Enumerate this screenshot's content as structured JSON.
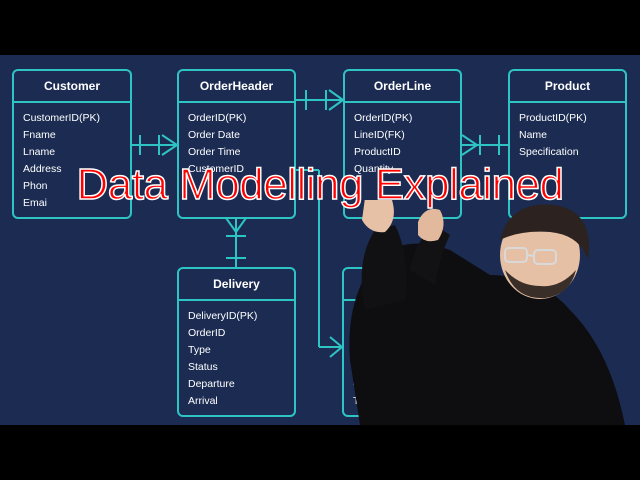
{
  "overlay_title": "Data Modelling Explained",
  "colors": {
    "background": "#1b2b52",
    "accent": "#2ec4c4",
    "text": "#ffffff",
    "title": "#ff0000"
  },
  "entities": {
    "customer": {
      "title": "Customer",
      "fields": [
        "CustomerID(PK)",
        "Fname",
        "Lname",
        "Address",
        "Phon",
        "Emai"
      ]
    },
    "orderheader": {
      "title": "OrderHeader",
      "fields": [
        "OrderID(PK)",
        "Order Date",
        "Order Time",
        "CustomerID"
      ]
    },
    "orderline": {
      "title": "OrderLine",
      "fields": [
        "OrderID(PK)",
        "LineID(FK)",
        "ProductID",
        "Quantity"
      ]
    },
    "product": {
      "title": "Product",
      "fields": [
        "ProductID(PK)",
        "Name",
        "Specification"
      ]
    },
    "delivery": {
      "title": "Delivery",
      "fields": [
        "DeliveryID(PK)",
        "OrderID",
        "Type",
        "Status",
        "Departure",
        "Arrival"
      ]
    },
    "partial": {
      "title": "",
      "fields": [
        "P",
        "",
        "",
        "",
        "C",
        "To"
      ]
    }
  }
}
